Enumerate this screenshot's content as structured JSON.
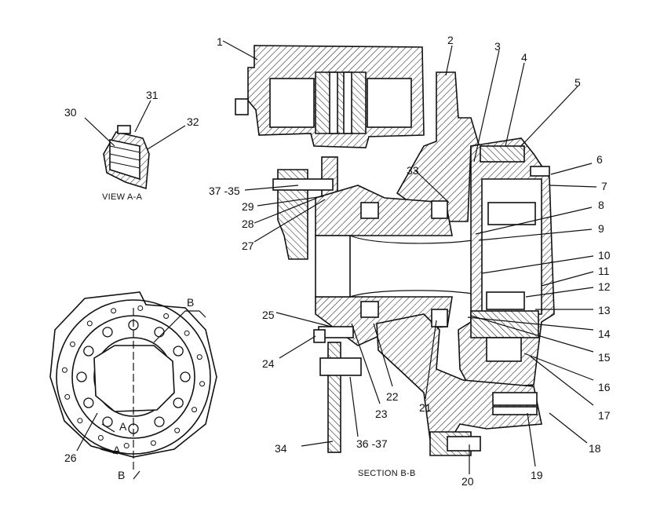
{
  "captions": {
    "view_aa": "VIEW A-A",
    "section_bb": "SECTION B-B"
  },
  "section_marks": {
    "b_top": "B",
    "b_bottom": "B",
    "a_upper": "A",
    "a_lower": "A"
  },
  "callouts": {
    "c1": "1",
    "c2": "2",
    "c3": "3",
    "c4": "4",
    "c5": "5",
    "c6": "6",
    "c7": "7",
    "c8": "8",
    "c9": "9",
    "c10": "10",
    "c11": "11",
    "c12": "12",
    "c13": "13",
    "c14": "14",
    "c15": "15",
    "c16": "16",
    "c17": "17",
    "c18": "18",
    "c19": "19",
    "c20": "20",
    "c21": "21",
    "c22": "22",
    "c23": "23",
    "c24": "24",
    "c25": "25",
    "c26": "26",
    "c27": "27",
    "c28": "28",
    "c29": "29",
    "c30": "30",
    "c31": "31",
    "c32": "32",
    "c33": "33",
    "c34": "34",
    "c36_37": "36 -37",
    "c37_35": "37 -35"
  }
}
